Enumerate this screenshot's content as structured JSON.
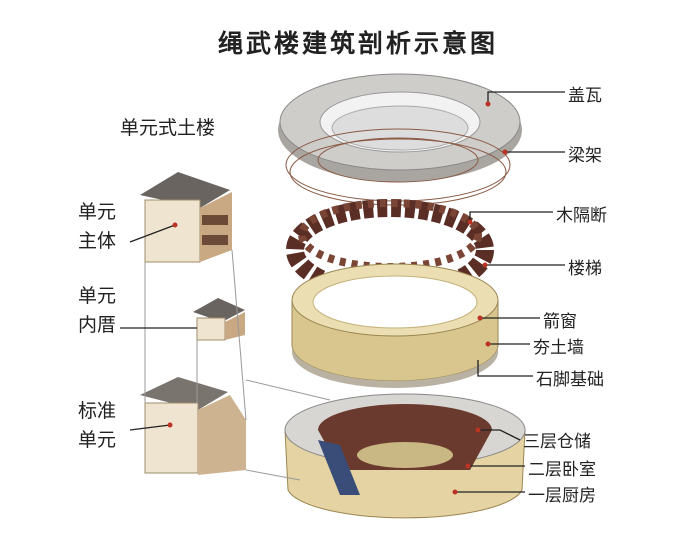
{
  "title": "绳武楼建筑剖析示意图",
  "left": {
    "heading": "单元式土楼",
    "main_unit": [
      "单元",
      "主体"
    ],
    "inner_unit": [
      "单元",
      "内厝"
    ],
    "standard_unit": [
      "标准",
      "单元"
    ]
  },
  "right_labels": [
    "盖瓦",
    "梁架",
    "木隔断",
    "楼梯",
    "箭窗",
    "夯土墙",
    "石脚基础",
    "三层仓储",
    "二层卧室",
    "一层厨房"
  ],
  "colors": {
    "roof": "#b9b6b2",
    "wood": "#6b3a2e",
    "earth": "#e2d4a8",
    "house": "#efe4cf",
    "line": "#222222"
  }
}
